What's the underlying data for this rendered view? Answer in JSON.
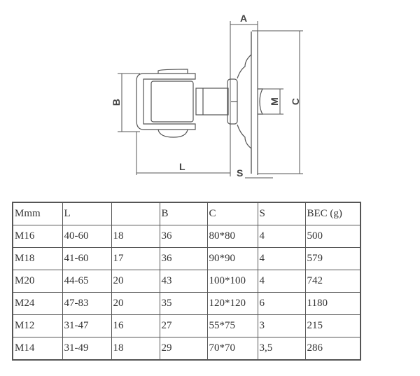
{
  "drawing": {
    "labels": {
      "a": "A",
      "b": "B",
      "c": "C",
      "l": "L",
      "m": "M",
      "s": "S"
    }
  },
  "table": {
    "headers": [
      "Mmm",
      "L",
      "",
      "B",
      "C",
      "S",
      "BEC (g)"
    ],
    "rows": [
      [
        "M16",
        "40-60",
        "18",
        "36",
        "80*80",
        "4",
        "500"
      ],
      [
        "M18",
        "41-60",
        "17",
        "36",
        "90*90",
        "4",
        "579"
      ],
      [
        "M20",
        "44-65",
        "20",
        "43",
        "100*100",
        "4",
        "742"
      ],
      [
        "M24",
        "47-83",
        "20",
        "35",
        "120*120",
        "6",
        "1180"
      ],
      [
        "M12",
        "31-47",
        "16",
        "27",
        "55*75",
        "3",
        "215"
      ],
      [
        "M14",
        "31-49",
        "18",
        "29",
        "70*70",
        "3,5",
        "286"
      ]
    ]
  }
}
